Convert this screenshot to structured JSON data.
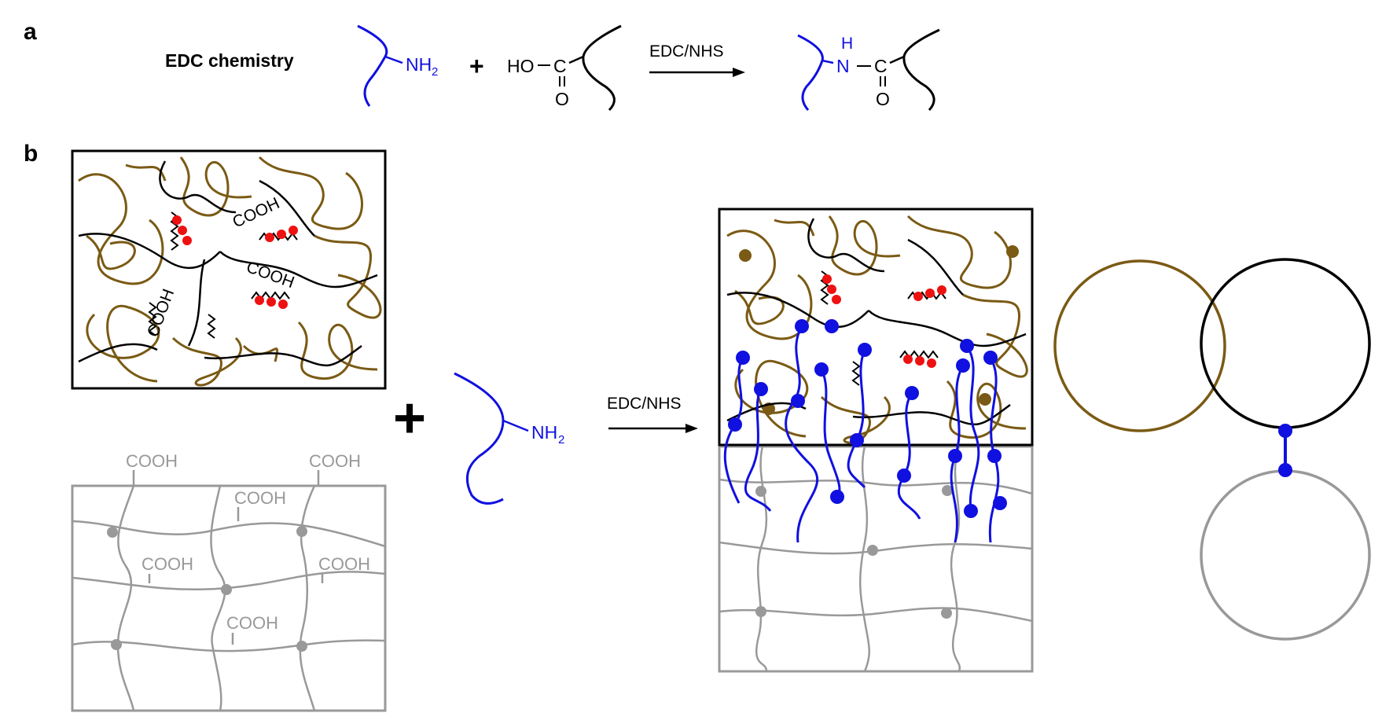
{
  "panel_a": {
    "label": "a",
    "title": "EDC chemistry",
    "amine_group": "NH",
    "amine_sub": "2",
    "plus": "+",
    "carboxyl_left": "HO",
    "carbon": "C",
    "oxygen": "O",
    "arrow_label": "EDC/NHS",
    "amide_h": "H",
    "amide_n": "N",
    "amide_c": "C",
    "amide_o": "O"
  },
  "panel_b": {
    "label": "b",
    "cooh": "COOH",
    "plus": "+",
    "amine_group": "NH",
    "amine_sub": "2",
    "arrow_label": "EDC/NHS"
  },
  "colors": {
    "black": "#000000",
    "blue": "#1010e0",
    "brown": "#7a5a14",
    "gray": "#999999",
    "red": "#ee1111"
  }
}
